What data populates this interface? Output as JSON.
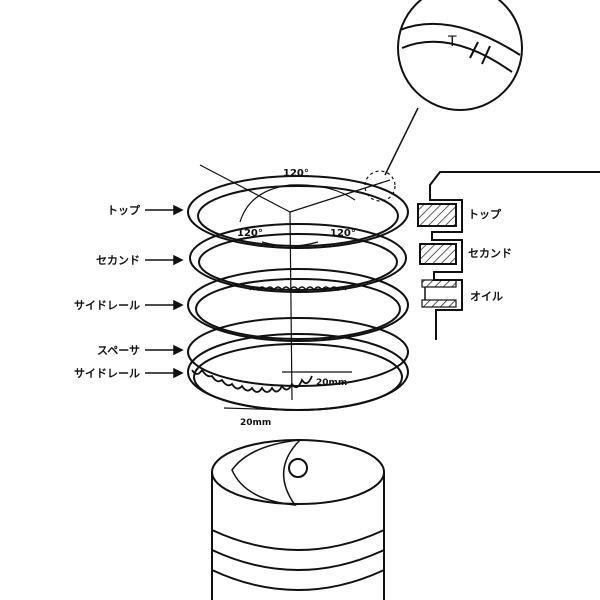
{
  "left_labels": [
    "トップ",
    "セカンド",
    "サイドレール",
    "スペーサ",
    "サイドレール"
  ],
  "angles": [
    "120°",
    "120°",
    "120°"
  ],
  "gaps": [
    "20mm",
    "20mm"
  ],
  "detail_mark": "T",
  "section_labels": [
    "トップ",
    "セカンド",
    "オイル"
  ]
}
